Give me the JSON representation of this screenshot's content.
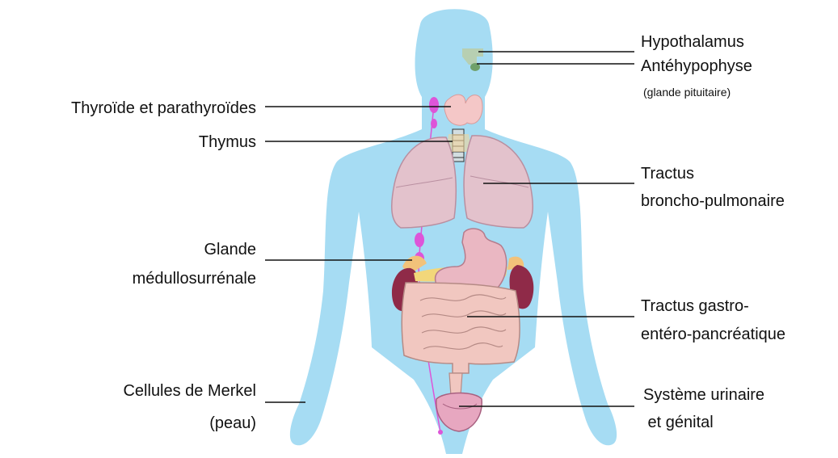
{
  "labels": {
    "hypothalamus": "Hypothalamus",
    "antehypophyse": "Antéhypophyse",
    "glande_pituitaire": "(glande pituitaire)",
    "thyroide": "Thyroïde et parathyroïdes",
    "thymus": "Thymus",
    "tractus_broncho_1": "Tractus",
    "tractus_broncho_2": "broncho-pulmonaire",
    "glande_medullo_1": "Glande",
    "glande_medullo_2": "médullosurrénale",
    "tractus_gastro_1": "Tractus gastro-",
    "tractus_gastro_2": "entéro-pancréatique",
    "merkel_1": "Cellules de Merkel",
    "merkel_2": "(peau)",
    "urinaire_1": "Système urinaire",
    "urinaire_2": " et génital"
  },
  "colors": {
    "body": "#a6dcf3",
    "lung": "#e3c2cc",
    "stomach": "#eab7c2",
    "intestine": "#f1c7c0",
    "kidney": "#8f2a48",
    "lymph": "#dd55d8",
    "pituitary": "#6fa06a",
    "thyroid": "#f4c7c7"
  }
}
